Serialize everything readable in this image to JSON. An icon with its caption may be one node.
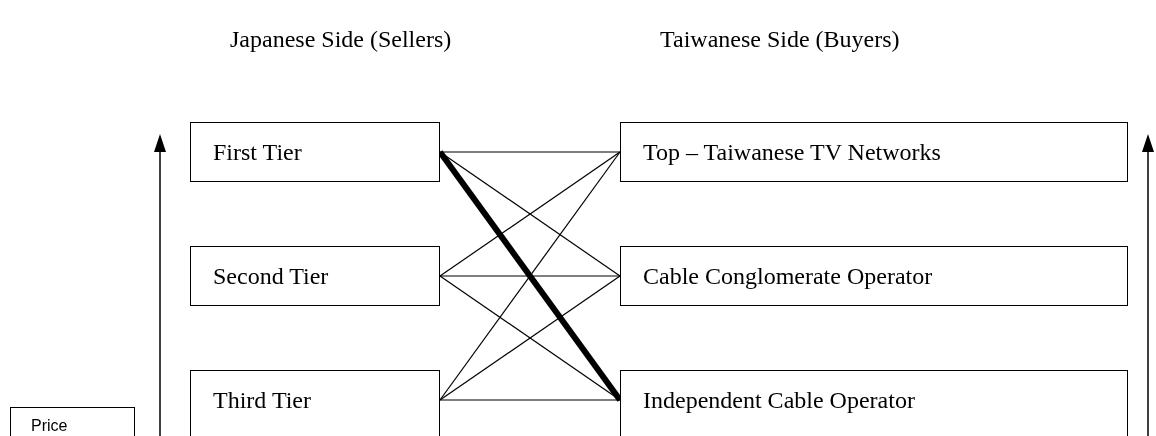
{
  "diagram": {
    "nodes": [
      {
        "text": [
          "First Tier"
        ]
      },
      {
        "text": [
          "Second Tier"
        ]
      },
      {
        "text": [
          "Third Tier"
        ]
      },
      {
        "text": [
          "Top – Taiwanese TV Networks"
        ]
      },
      {
        "text": [
          "Cable Conglomerate Operator"
        ]
      },
      {
        "text": [
          "Independent Cable Operator"
        ]
      },
      {
        "text": [
          "Price"
        ]
      }
    ],
    "edges": [
      {
        "from": 0,
        "to": 3,
        "arrow": "none"
      },
      {
        "from": 0,
        "to": 4,
        "arrow": "none"
      },
      {
        "from": 0,
        "to": 5,
        "arrow": "none",
        "style": "thick"
      },
      {
        "from": 1,
        "to": 3,
        "arrow": "none"
      },
      {
        "from": 1,
        "to": 4,
        "arrow": "none"
      },
      {
        "from": 1,
        "to": 5,
        "arrow": "none"
      },
      {
        "from": 2,
        "to": 3,
        "arrow": "none"
      },
      {
        "from": 2,
        "to": 4,
        "arrow": "none"
      },
      {
        "from": 2,
        "to": 5,
        "arrow": "none"
      }
    ],
    "labels": [
      "Japanese Side (Sellers)",
      "Taiwanese Side (Buyers)"
    ]
  }
}
